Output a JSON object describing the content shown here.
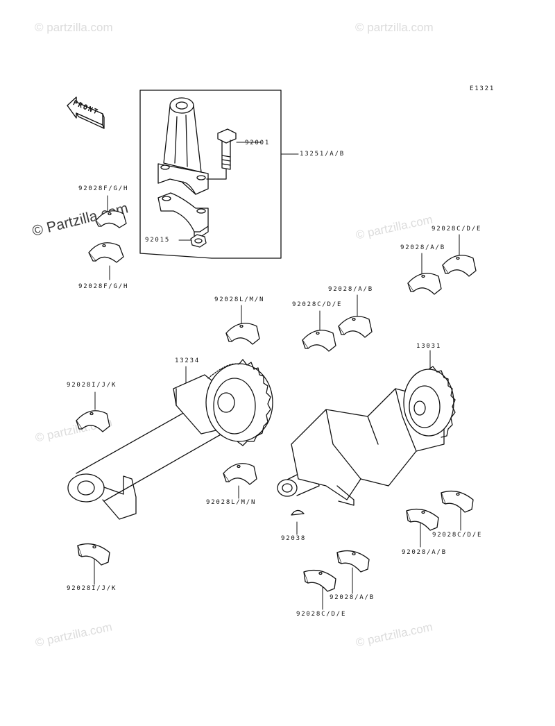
{
  "diagram_code": "E1321",
  "front_label": "FRONT",
  "watermark_text": "© Partzilla.com",
  "watermark_small": "© partzilla.com",
  "labels": {
    "p92001": "92001",
    "p13251": "13251/A/B",
    "p92015": "92015",
    "p92028fgh_top": "92028F/G/H",
    "p92028fgh_bot": "92028F/G/H",
    "p92028cde_r1": "92028C/D/E",
    "p92028ab_r1": "92028/A/B",
    "p92028ab_r2": "92028/A/B",
    "p92028cde_r2": "92028C/D/E",
    "p92028lmn_top": "92028L/M/N",
    "p13234": "13234",
    "p13031": "13031",
    "p92028ijk_top": "92028I/J/K",
    "p92028lmn_bot": "92028L/M/N",
    "p92038": "92038",
    "p92028cde_r3": "92028C/D/E",
    "p92028ab_r3": "92028/A/B",
    "p92028ab_r4": "92028/A/B",
    "p92028cde_r4": "92028C/D/E",
    "p92028ijk_bot": "92028I/J/K"
  }
}
